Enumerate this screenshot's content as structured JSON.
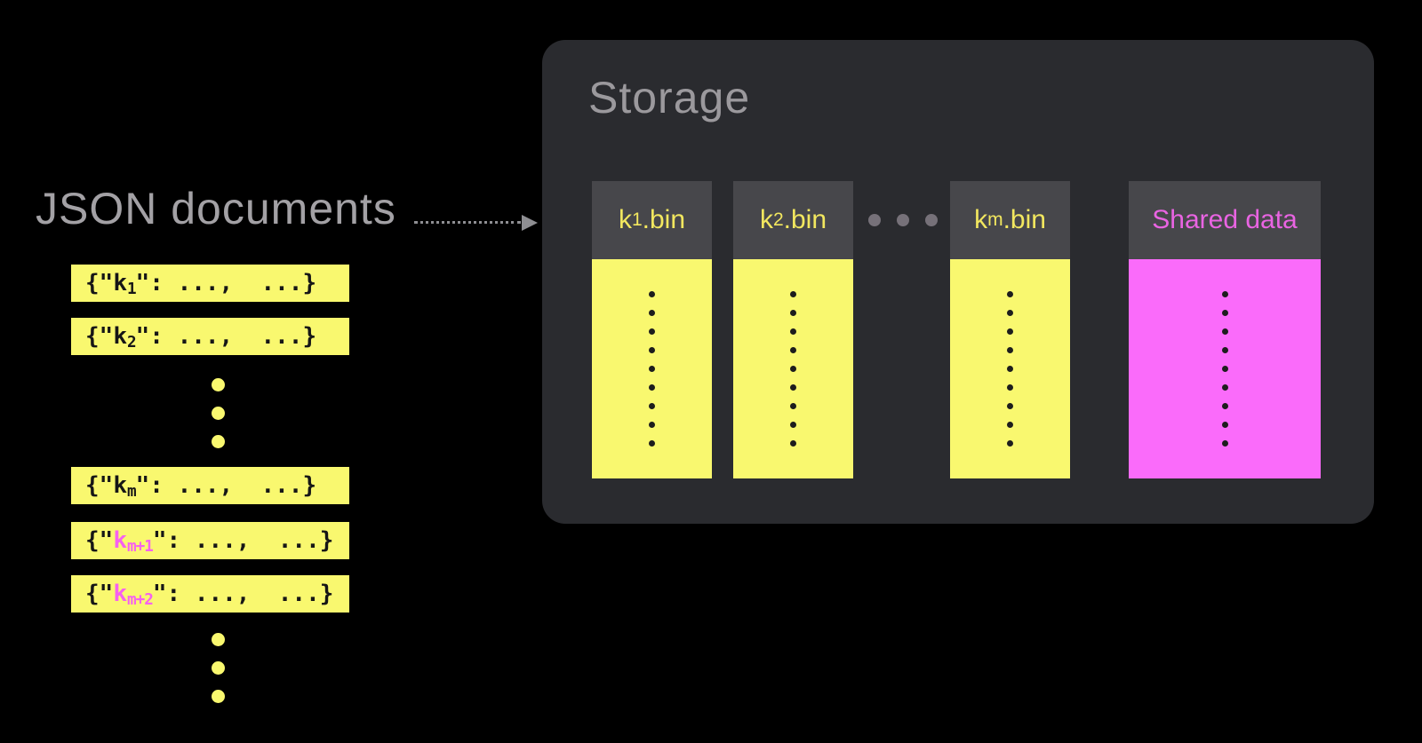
{
  "documents": {
    "title": "JSON documents",
    "bars": [
      {
        "open": "{\"",
        "key": "k",
        "sub": "1",
        "rest": "\": ...,  ...}"
      },
      {
        "open": "{\"",
        "key": "k",
        "sub": "2",
        "rest": "\": ...,  ...}"
      },
      {
        "open": "{\"",
        "key": "k",
        "sub": "m",
        "rest": "\": ...,  ...}"
      },
      {
        "open": "{\"",
        "key": "k",
        "sub": "m+1",
        "rest": "\": ...,  ...}"
      },
      {
        "open": "{\"",
        "key": "k",
        "sub": "m+2",
        "rest": "\": ...,  ...}"
      }
    ],
    "ellipsis_top": {
      "count": 3
    },
    "ellipsis_bottom": {
      "count": 3
    }
  },
  "storage": {
    "title": "Storage",
    "bins": [
      {
        "key": "k",
        "sub": "1",
        "ext": ".bin",
        "records": {
          "count": 9
        }
      },
      {
        "key": "k",
        "sub": "2",
        "ext": ".bin",
        "records": {
          "count": 9
        }
      },
      {
        "key": "k",
        "sub": "m",
        "ext": ".bin",
        "records": {
          "count": 9
        }
      }
    ],
    "ellipsis": {
      "count": 3
    },
    "shared": {
      "label": "Shared data",
      "records": {
        "count": 9
      }
    }
  },
  "colors": {
    "background": "#000000",
    "panel": "#2a2b2f",
    "bin_header": "#47474b",
    "yellow": "#f9f86f",
    "magenta": "#fa6bfa",
    "pink_key_text": "#f661ef",
    "title_gray": "#a3a1a5",
    "arrow_gray": "#8e8e92"
  }
}
